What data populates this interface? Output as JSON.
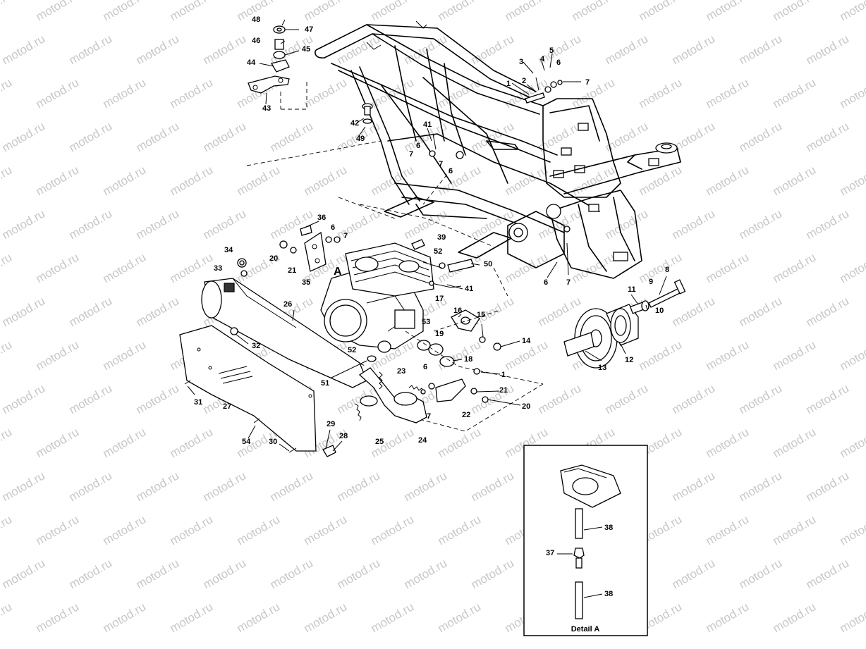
{
  "watermark": "motod.ru",
  "detail_caption": "Detail A",
  "engine_marker": "A",
  "callouts": [
    {
      "id": "c48",
      "text": "48"
    },
    {
      "id": "c47",
      "text": "47"
    },
    {
      "id": "c46",
      "text": "46"
    },
    {
      "id": "c45",
      "text": "45"
    },
    {
      "id": "c44",
      "text": "44"
    },
    {
      "id": "c43",
      "text": "43"
    },
    {
      "id": "c42",
      "text": "42"
    },
    {
      "id": "c49",
      "text": "49"
    },
    {
      "id": "c41a",
      "text": "41"
    },
    {
      "id": "c7a",
      "text": "7"
    },
    {
      "id": "c6a",
      "text": "6"
    },
    {
      "id": "c7b",
      "text": "7"
    },
    {
      "id": "c6b",
      "text": "6"
    },
    {
      "id": "c3",
      "text": "3"
    },
    {
      "id": "c4",
      "text": "4"
    },
    {
      "id": "c5",
      "text": "5"
    },
    {
      "id": "c6c",
      "text": "6"
    },
    {
      "id": "c1a",
      "text": "1"
    },
    {
      "id": "c2",
      "text": "2"
    },
    {
      "id": "c7c",
      "text": "7"
    },
    {
      "id": "c36",
      "text": "36"
    },
    {
      "id": "c6d",
      "text": "6"
    },
    {
      "id": "c7d",
      "text": "7"
    },
    {
      "id": "c34",
      "text": "34"
    },
    {
      "id": "c20a",
      "text": "20"
    },
    {
      "id": "c21a",
      "text": "21"
    },
    {
      "id": "c33",
      "text": "33"
    },
    {
      "id": "c35",
      "text": "35"
    },
    {
      "id": "c39",
      "text": "39"
    },
    {
      "id": "c52a",
      "text": "52"
    },
    {
      "id": "c50",
      "text": "50"
    },
    {
      "id": "c41b",
      "text": "41"
    },
    {
      "id": "c17",
      "text": "17"
    },
    {
      "id": "c26",
      "text": "26"
    },
    {
      "id": "c32",
      "text": "32"
    },
    {
      "id": "c16",
      "text": "16"
    },
    {
      "id": "c15",
      "text": "15"
    },
    {
      "id": "c53",
      "text": "53"
    },
    {
      "id": "c19",
      "text": "19"
    },
    {
      "id": "c14",
      "text": "14"
    },
    {
      "id": "c52b",
      "text": "52"
    },
    {
      "id": "c18",
      "text": "18"
    },
    {
      "id": "c6e",
      "text": "6"
    },
    {
      "id": "c1b",
      "text": "1"
    },
    {
      "id": "c51",
      "text": "51"
    },
    {
      "id": "c23",
      "text": "23"
    },
    {
      "id": "c21b",
      "text": "21"
    },
    {
      "id": "c20b",
      "text": "20"
    },
    {
      "id": "c7e",
      "text": "7"
    },
    {
      "id": "c22",
      "text": "22"
    },
    {
      "id": "c31",
      "text": "31"
    },
    {
      "id": "c27",
      "text": "27"
    },
    {
      "id": "c25",
      "text": "25"
    },
    {
      "id": "c24",
      "text": "24"
    },
    {
      "id": "c29",
      "text": "29"
    },
    {
      "id": "c28",
      "text": "28"
    },
    {
      "id": "c54",
      "text": "54"
    },
    {
      "id": "c30",
      "text": "30"
    },
    {
      "id": "c8",
      "text": "8"
    },
    {
      "id": "c9",
      "text": "9"
    },
    {
      "id": "c11",
      "text": "11"
    },
    {
      "id": "c10",
      "text": "10"
    },
    {
      "id": "c13",
      "text": "13"
    },
    {
      "id": "c12",
      "text": "12"
    },
    {
      "id": "c6f",
      "text": "6"
    },
    {
      "id": "c7f",
      "text": "7"
    },
    {
      "id": "c38a",
      "text": "38"
    },
    {
      "id": "c37",
      "text": "37"
    },
    {
      "id": "c38b",
      "text": "38"
    }
  ]
}
